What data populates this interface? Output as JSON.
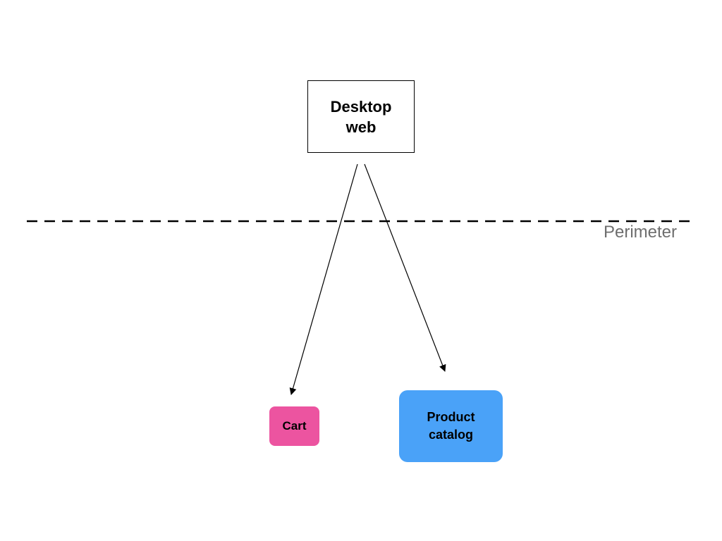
{
  "diagram": {
    "nodes": {
      "desktop": {
        "label": "Desktop\nweb",
        "fill": "#ffffff",
        "stroke": "#000000"
      },
      "cart": {
        "label": "Cart",
        "fill": "#ec54a0"
      },
      "catalog": {
        "label": "Product\ncatalog",
        "fill": "#4aa2f8"
      }
    },
    "perimeter": {
      "label": "Perimeter",
      "color": "#6e6e6e"
    },
    "edges": [
      {
        "from": "desktop",
        "to": "cart"
      },
      {
        "from": "desktop",
        "to": "catalog"
      }
    ]
  }
}
